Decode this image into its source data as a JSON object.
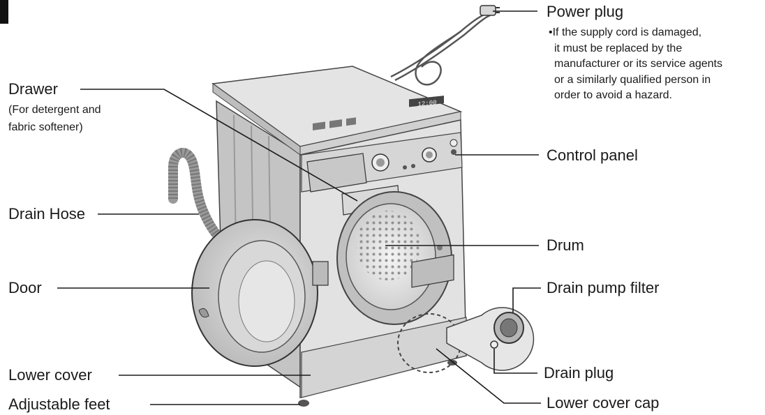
{
  "labels": {
    "power_plug": "Power plug",
    "power_plug_note": [
      "•If the supply cord is damaged,",
      "it must be replaced by the",
      "manufacturer or its service agents",
      "or a similarly qualified person in",
      "order to avoid a hazard."
    ],
    "drawer": "Drawer",
    "drawer_sub": [
      "(For detergent and",
      " fabric softener)"
    ],
    "control_panel": "Control panel",
    "drain_hose": "Drain Hose",
    "drum": "Drum",
    "door": "Door",
    "drain_pump_filter": "Drain pump filter",
    "drain_plug": "Drain plug",
    "lower_cover": "Lower cover",
    "lower_cover_cap": "Lower cover cap",
    "adjustable_feet": "Adjustable feet",
    "display_readout": "12:00"
  },
  "colors": {
    "line": "#1a1a1a",
    "body_light": "#ebebeb",
    "body_mid": "#cfcfcf",
    "body_dark": "#a8a8a8"
  }
}
